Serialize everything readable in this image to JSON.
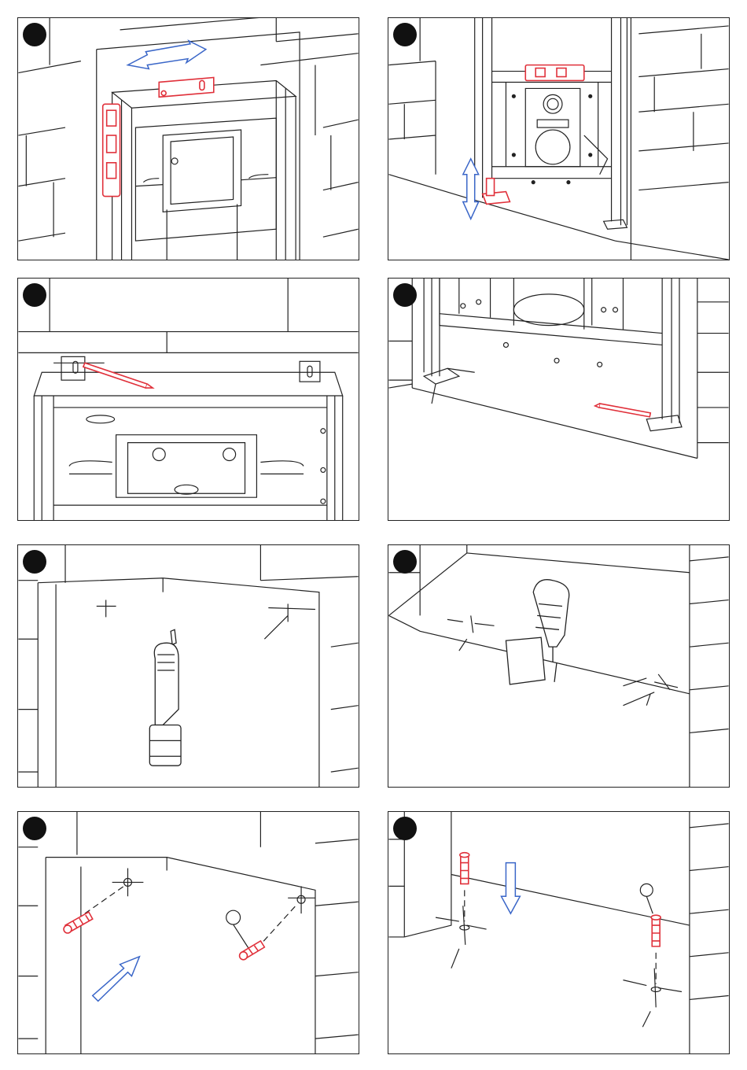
{
  "colors": {
    "line": "#222222",
    "tool_red": "#e0303a",
    "arrow_blue": "#3a66c8",
    "badge": "#111111"
  },
  "panels": [
    {
      "id": "p1",
      "scene": "frame-top-leveling",
      "icons": [
        "spirit-level-icon",
        "wall-bracket-icon",
        "double-arrow-icon"
      ]
    },
    {
      "id": "p2",
      "scene": "frame-front-leveling",
      "icons": [
        "spirit-level-icon",
        "floor-foot-icon",
        "vertical-arrow-icon"
      ]
    },
    {
      "id": "p3",
      "scene": "mark-top-bracket-holes",
      "icons": [
        "pencil-icon"
      ]
    },
    {
      "id": "p4",
      "scene": "mark-floor-foot-holes",
      "icons": [
        "pencil-icon"
      ]
    },
    {
      "id": "p5",
      "scene": "drill-wall-holes",
      "icons": [
        "drill-icon"
      ]
    },
    {
      "id": "p6",
      "scene": "drill-floor-holes",
      "icons": [
        "drill-icon"
      ]
    },
    {
      "id": "p7",
      "scene": "insert-wall-anchors",
      "icons": [
        "wall-plug-icon",
        "insert-arrow-icon"
      ]
    },
    {
      "id": "p8",
      "scene": "insert-floor-anchors",
      "icons": [
        "wall-plug-icon",
        "down-arrow-icon"
      ]
    }
  ]
}
